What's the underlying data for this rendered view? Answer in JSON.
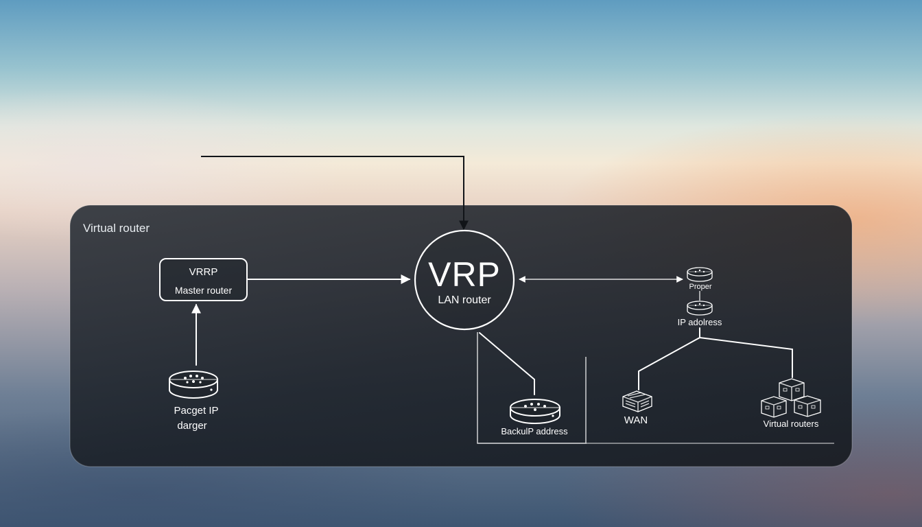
{
  "panel": {
    "title": "Virtual router"
  },
  "nodes": {
    "master": {
      "title": "VRRP",
      "subtitle": "Master router"
    },
    "vrp": {
      "title": "VRP",
      "subtitle": "LAN router"
    },
    "packet": {
      "label_line1": "Pacget IP",
      "label_line2": "darger"
    },
    "backup": {
      "label": "BackulP address"
    },
    "proper": {
      "label": "Proper"
    },
    "ip_address": {
      "label": "IP adolress"
    },
    "wan": {
      "label": "WAN"
    },
    "virtual_routers": {
      "label": "Virtual routers"
    }
  },
  "icons": {
    "router": "router-puck-icon",
    "switch": "switch-icon",
    "cluster": "router-cluster-icon"
  },
  "colors": {
    "line": "#ffffff",
    "panel": "#1b222b",
    "top_connector": "#111418"
  }
}
